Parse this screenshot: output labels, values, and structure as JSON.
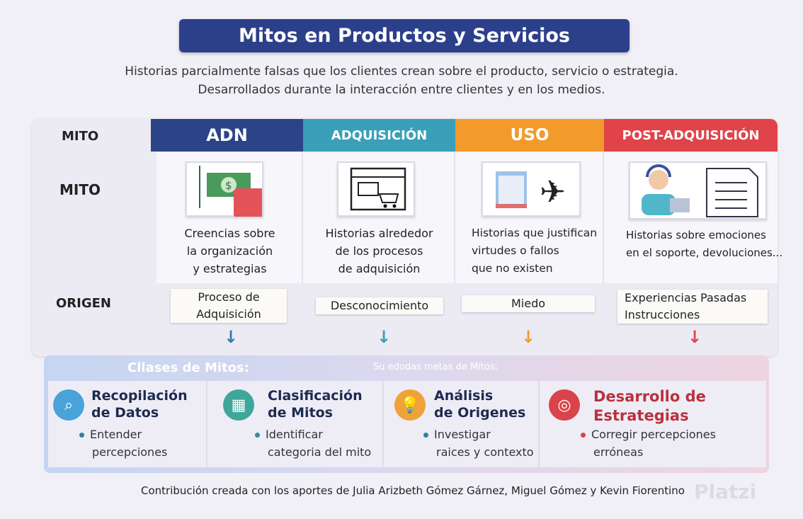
{
  "title": "Mitos en Productos y Servicios",
  "subtitle": [
    "Historias parcialmente falsas que los clientes crean sobre el producto, servicio o estrategia.",
    "Desarrollados durante la interacción entre clientes y en los medios."
  ],
  "header_label": "MITO",
  "row_labels": {
    "mito": "MITO",
    "origen": "ORIGEN"
  },
  "columns": [
    {
      "name": "ADN",
      "color": "#2b4488",
      "desc": [
        "Creencias sobre",
        "la organización",
        "y estrategias"
      ],
      "origin": [
        "Proceso de",
        "Adquisición"
      ],
      "arrow_color": "#2f7fb0",
      "icon": "money-thumbs-down-icon"
    },
    {
      "name": "ADQUISICIÓN",
      "color": "#3a9fb8",
      "desc": [
        "Historias alrededor",
        "de los procesos",
        "de adquisición"
      ],
      "origin": [
        "Desconocimiento"
      ],
      "arrow_color": "#3a9fb8",
      "icon": "shopping-browser-icon"
    },
    {
      "name": "USO",
      "color": "#f39a2c",
      "desc": [
        "Historias que justifican",
        "virtudes o fallos",
        "que no existen"
      ],
      "origin": [
        "Miedo"
      ],
      "arrow_color": "#f39a2c",
      "icon": "hotel-plane-icon"
    },
    {
      "name": "POST-ADQUISICIÓN",
      "color": "#e0434a",
      "desc": [
        "Historias sobre emociones",
        "en el soporte, devoluciones..."
      ],
      "origin": [
        "Experiencias Pasadas",
        "Instrucciones"
      ],
      "arrow_color": "#e0434a",
      "icon": "support-document-icon"
    }
  ],
  "panel": {
    "title": "Cllases de Mitos:",
    "subtitle": "Su edodas metas de Mitos:",
    "items": [
      {
        "title": [
          "Recopilación",
          "de Datos"
        ],
        "bullet": [
          "Entender",
          "percepciones"
        ],
        "color": "#4aa3d8",
        "icon": "search-bubble-icon"
      },
      {
        "title": [
          "Clasificación",
          "de Mitos"
        ],
        "bullet": [
          "Identificar",
          "categoria del mito"
        ],
        "color": "#3fa79a",
        "icon": "grid-icon"
      },
      {
        "title": [
          "Análisis",
          "de Origenes"
        ],
        "bullet": [
          "Investigar",
          "raices y contexto"
        ],
        "color": "#f0a23a",
        "icon": "lightbulb-icon"
      },
      {
        "title": [
          "Desarrollo de",
          "Estrategias"
        ],
        "bullet": [
          "Corregir percepciones",
          "erróneas"
        ],
        "color": "#d9434a",
        "icon": "target-icon"
      }
    ]
  },
  "footer": "Contribución creada con los aportes de Julia Arizbeth Gómez Gárnez, Miguel Gómez y Kevin Fiorentino",
  "watermark": "Platzi"
}
